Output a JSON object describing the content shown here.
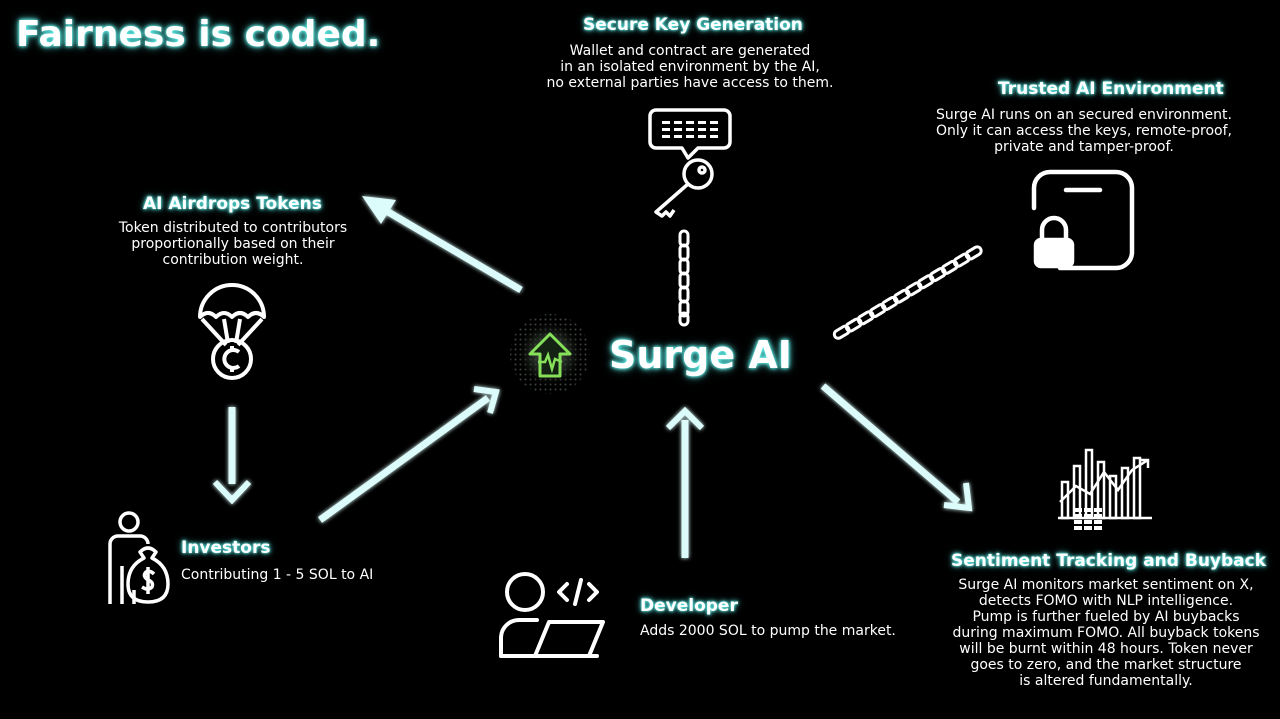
{
  "title": "Fairness is coded.",
  "center": {
    "label": "Surge AI"
  },
  "nodes": {
    "secure_key": {
      "heading": "Secure Key Generation",
      "lines": [
        "Wallet and contract are generated",
        "in an isolated environment by the AI,",
        "no external parties have access to them."
      ]
    },
    "trusted_env": {
      "heading": "Trusted AI Environment",
      "lines": [
        "Surge AI runs on an secured environment.",
        "Only it can access the keys, remote-proof,",
        "private and tamper-proof."
      ]
    },
    "airdrops": {
      "heading": "AI Airdrops Tokens",
      "lines": [
        "Token distributed to contributors",
        "proportionally based on their",
        "contribution weight."
      ]
    },
    "investors": {
      "heading": "Investors",
      "text": "Contributing 1 - 5 SOL to AI"
    },
    "developer": {
      "heading": "Developer",
      "text": "Adds 2000 SOL to pump the market."
    },
    "sentiment": {
      "heading": "Sentiment Tracking and Buyback",
      "lines": [
        "Surge AI monitors market sentiment on X,",
        "detects FOMO with NLP intelligence.",
        "Pump is further fueled by AI buybacks",
        "during maximum FOMO. All buyback tokens",
        "will be burnt within 48 hours. Token never",
        "goes to zero, and the market structure",
        "is altered fundamentally."
      ]
    }
  },
  "colors": {
    "accent_glow": "#5ff0ea",
    "arrow": "#dcfbfb",
    "logo_green": "#86e05a"
  },
  "icons": [
    "key-chat-icon",
    "lock-icon",
    "chain-icon",
    "parachute-coin-icon",
    "investor-moneybag-icon",
    "developer-laptop-icon",
    "bar-chart-icon",
    "surge-logo-icon"
  ]
}
